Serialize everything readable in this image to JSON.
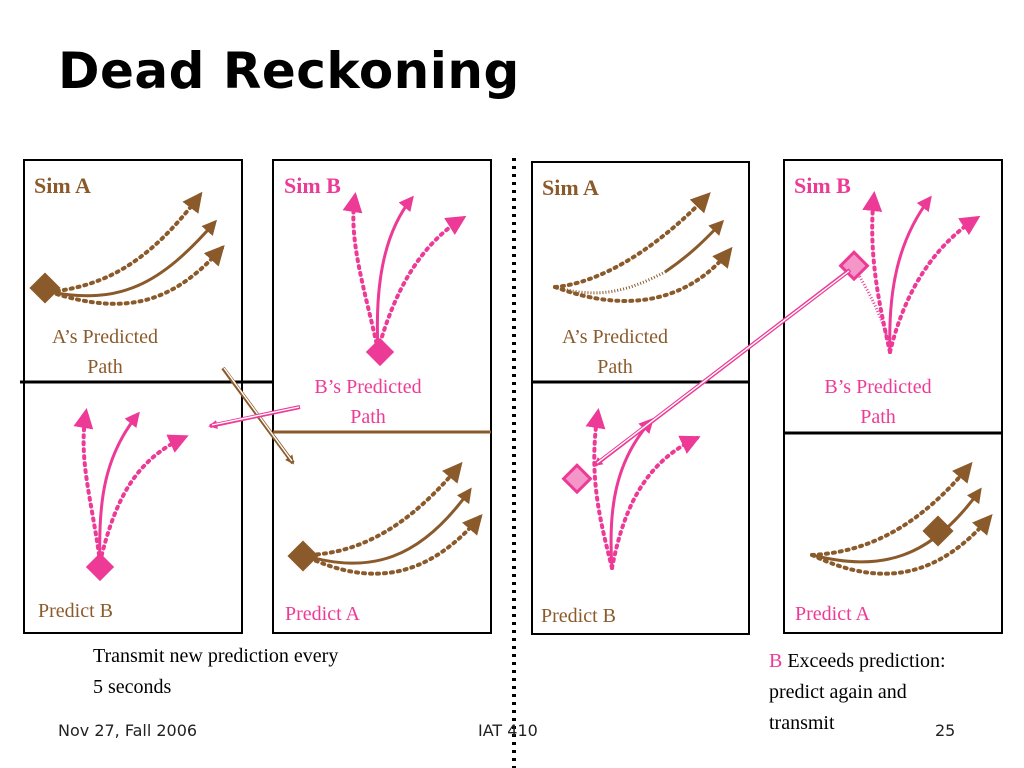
{
  "slide": {
    "title": "Dead Reckoning",
    "caption_left_line1": "Transmit new prediction every",
    "caption_left_line2": "5 seconds",
    "caption_right_b": "B",
    "caption_right_line1": " Exceeds prediction:",
    "caption_right_line2": "predict again and",
    "caption_right_line3": "transmit",
    "footer_date": "Nov 27, Fall 2006",
    "footer_course": "IAT 410",
    "footer_page": "25"
  },
  "panels": {
    "p1_title": "Sim A",
    "p1_pred_line1": "A’s Predicted",
    "p1_pred_line2": "Path",
    "p1_bottom": "Predict B",
    "p2_title": "Sim B",
    "p2_pred_line1": "B’s Predicted",
    "p2_pred_line2": "Path",
    "p2_bottom": "Predict A",
    "p3_title": "Sim A",
    "p3_pred_line1": "A’s Predicted",
    "p3_pred_line2": "Path",
    "p3_bottom": "Predict B",
    "p4_title": "Sim B",
    "p4_pred_line1": "B’s Predicted",
    "p4_pred_line2": "Path",
    "p4_bottom": "Predict A"
  },
  "colors": {
    "brown": "#8B5A2B",
    "pink": "#EC3A96"
  }
}
